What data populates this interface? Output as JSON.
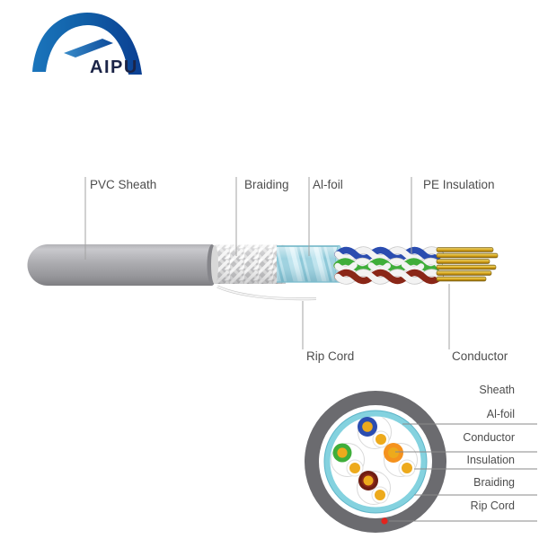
{
  "brand": {
    "name": "AIPU"
  },
  "side_view": {
    "labels": {
      "pvc_sheath": "PVC Sheath",
      "braiding": "Braiding",
      "al_foil": "Al-foil",
      "pe_insulation": "PE Insulation",
      "rip_cord": "Rip Cord",
      "conductor": "Conductor"
    }
  },
  "cross_section": {
    "labels": {
      "sheath": "Sheath",
      "al_foil": "Al-foil",
      "conductor": "Conductor",
      "insulation": "Insulation",
      "braiding": "Braiding",
      "rip_cord": "Rip Cord"
    }
  },
  "colors": {
    "brand_blue": "#1565ab",
    "brand_navy": "#1b2447",
    "sheath_grey": "#a9a9ad",
    "cross_section_sheath_grey": "#6b6b6f",
    "foil_cyan": "#84d2df",
    "pair_blue": "#2b4db0",
    "pair_green": "#3fae3a",
    "pair_orange": "#f5921e",
    "pair_brown": "#6f1d12",
    "conductor_gold": "#e2aa1e",
    "rip_cord_red": "#e3241d",
    "label_grey": "#4d4d4d"
  }
}
